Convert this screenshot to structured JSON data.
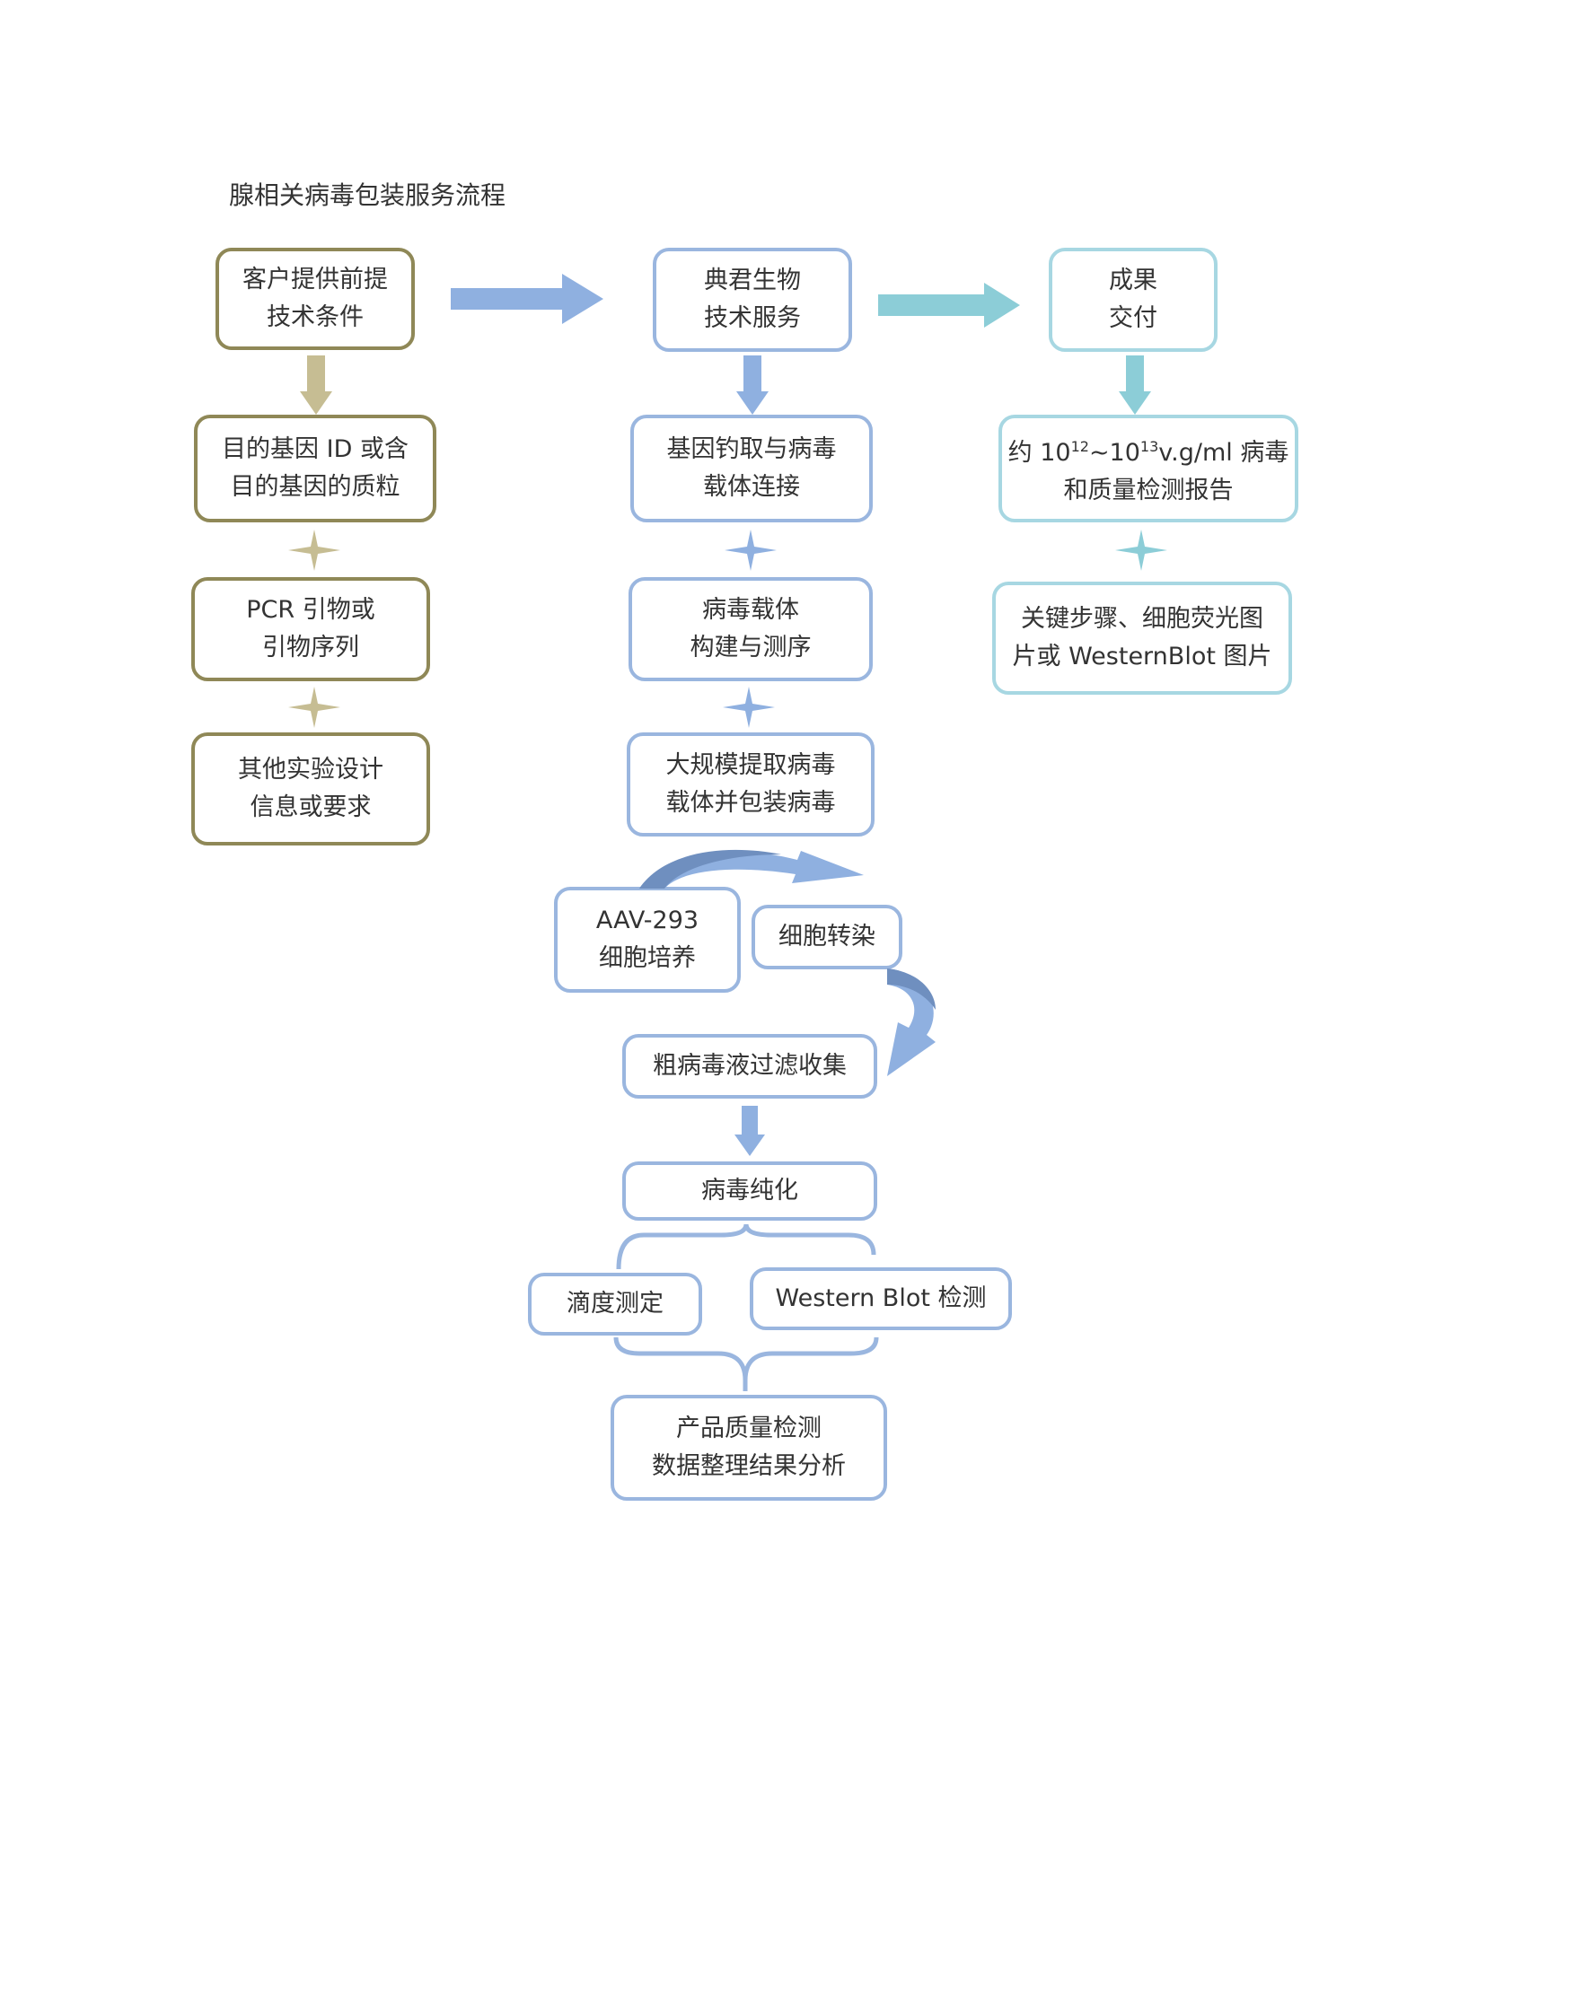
{
  "title": "腺相关病毒包装服务流程",
  "columns": {
    "client": {
      "header": [
        "客户提供前提",
        "技术条件"
      ],
      "items": [
        [
          "目的基因 ID 或含",
          "目的基因的质粒"
        ],
        [
          "PCR 引物或",
          "引物序列"
        ],
        [
          "其他实验设计",
          "信息或要求"
        ]
      ]
    },
    "service": {
      "header": [
        "典君生物",
        "技术服务"
      ],
      "items": [
        [
          "基因钓取与病毒",
          "载体连接"
        ],
        [
          "病毒载体",
          "构建与测序"
        ],
        [
          "大规模提取病毒",
          "载体并包装病毒"
        ]
      ]
    },
    "delivery": {
      "header": [
        "成果",
        "交付"
      ],
      "item1": {
        "prefix": "约 10",
        "sup1": "12",
        "mid": "~10",
        "sup2": "13",
        "suffix": "v.g/ml 病毒",
        "line2": "和质量检测报告"
      },
      "item2": [
        "关键步骤、细胞荧光图",
        "片或 WesternBlot 图片"
      ]
    }
  },
  "process": {
    "cell_culture": [
      "AAV-293",
      "细胞培养"
    ],
    "transfection": "细胞转染",
    "collection": "粗病毒液过滤收集",
    "purification": "病毒纯化",
    "titer": "滴度测定",
    "western": "Western Blot 检测",
    "final": [
      "产品质量检测",
      "数据整理结果分析"
    ]
  },
  "colors": {
    "gold": "#8f8857",
    "gold_arrow": "#c6bd93",
    "blue": "#9ab6df",
    "blue_arrow": "#8fb0e0",
    "dark_blue": "#6f8fbf",
    "teal": "#a7d7e2",
    "teal_arrow": "#8ccdd7"
  }
}
